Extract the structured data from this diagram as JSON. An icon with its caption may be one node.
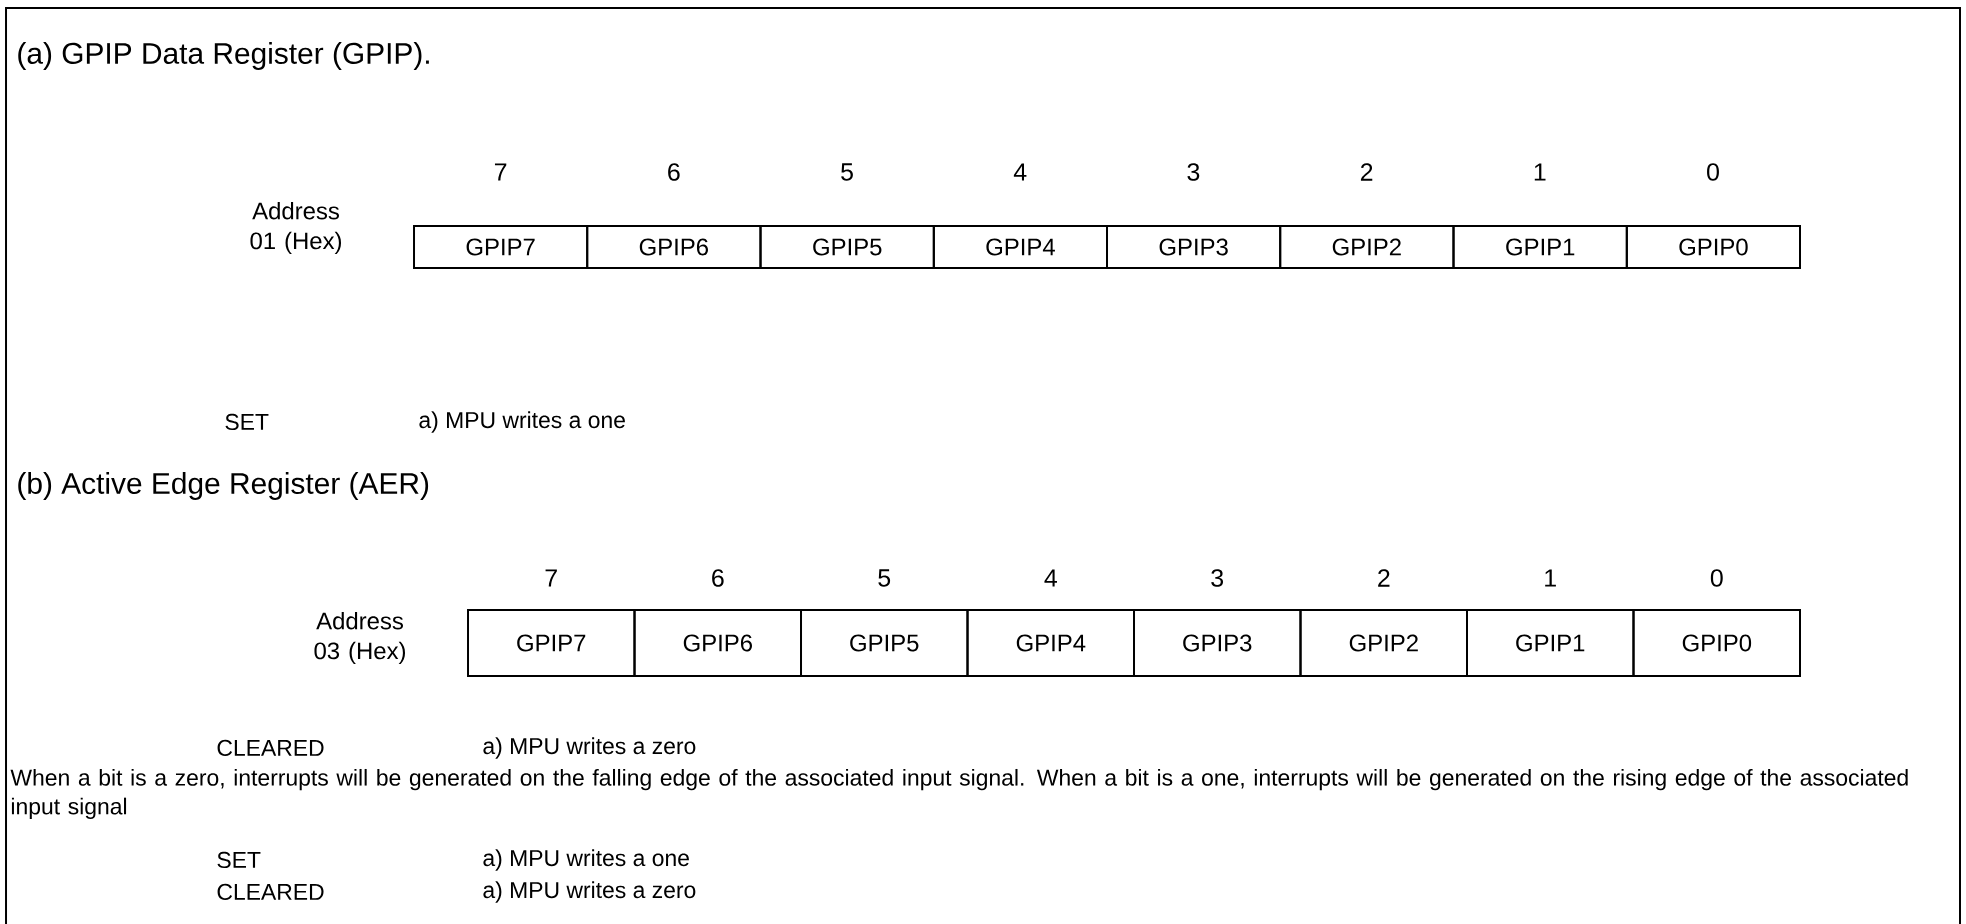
{
  "diagram": {
    "nodes": [
      {
        "text": [
          "GPIP7"
        ]
      },
      {
        "text": [
          "GPIP6"
        ]
      },
      {
        "text": [
          "GPIP5"
        ]
      },
      {
        "text": [
          "GPIP4"
        ]
      },
      {
        "text": [
          "GPIP3"
        ]
      },
      {
        "text": [
          "GPIP2"
        ]
      },
      {
        "text": [
          "GPIP1"
        ]
      },
      {
        "text": [
          "GPIP0"
        ]
      },
      {
        "text": [
          "GPIP7"
        ]
      },
      {
        "text": [
          "GPIP6"
        ]
      },
      {
        "text": [
          "GPIP5"
        ]
      },
      {
        "text": [
          "GPIP4"
        ]
      },
      {
        "text": [
          "GPIP3"
        ]
      },
      {
        "text": [
          "GPIP2"
        ]
      },
      {
        "text": [
          "GPIP1"
        ]
      },
      {
        "text": [
          "GPIP0"
        ]
      }
    ],
    "labels": [
      "(a) GPIP Data Register (GPIP).",
      "7",
      "6",
      "5",
      "4",
      "3",
      "2",
      "1",
      "0",
      "Address 01 (Hex)",
      "SET",
      "a) MPU writes a one",
      "(b) Active Edge Register (AER)",
      "7",
      "6",
      "5",
      "4",
      "3",
      "2",
      "1",
      "0",
      "Address 03 (Hex)",
      "CLEARED",
      "a) MPU writes a zero",
      "When a bit is a zero, interrupts will be generated on the falling edge of the associated input signal. When a bit is a one, interrupts will be generated on the rising edge of the associated input signal",
      "SET",
      "a) MPU writes a one",
      "CLEARED",
      "a) MPU writes a zero"
    ]
  }
}
